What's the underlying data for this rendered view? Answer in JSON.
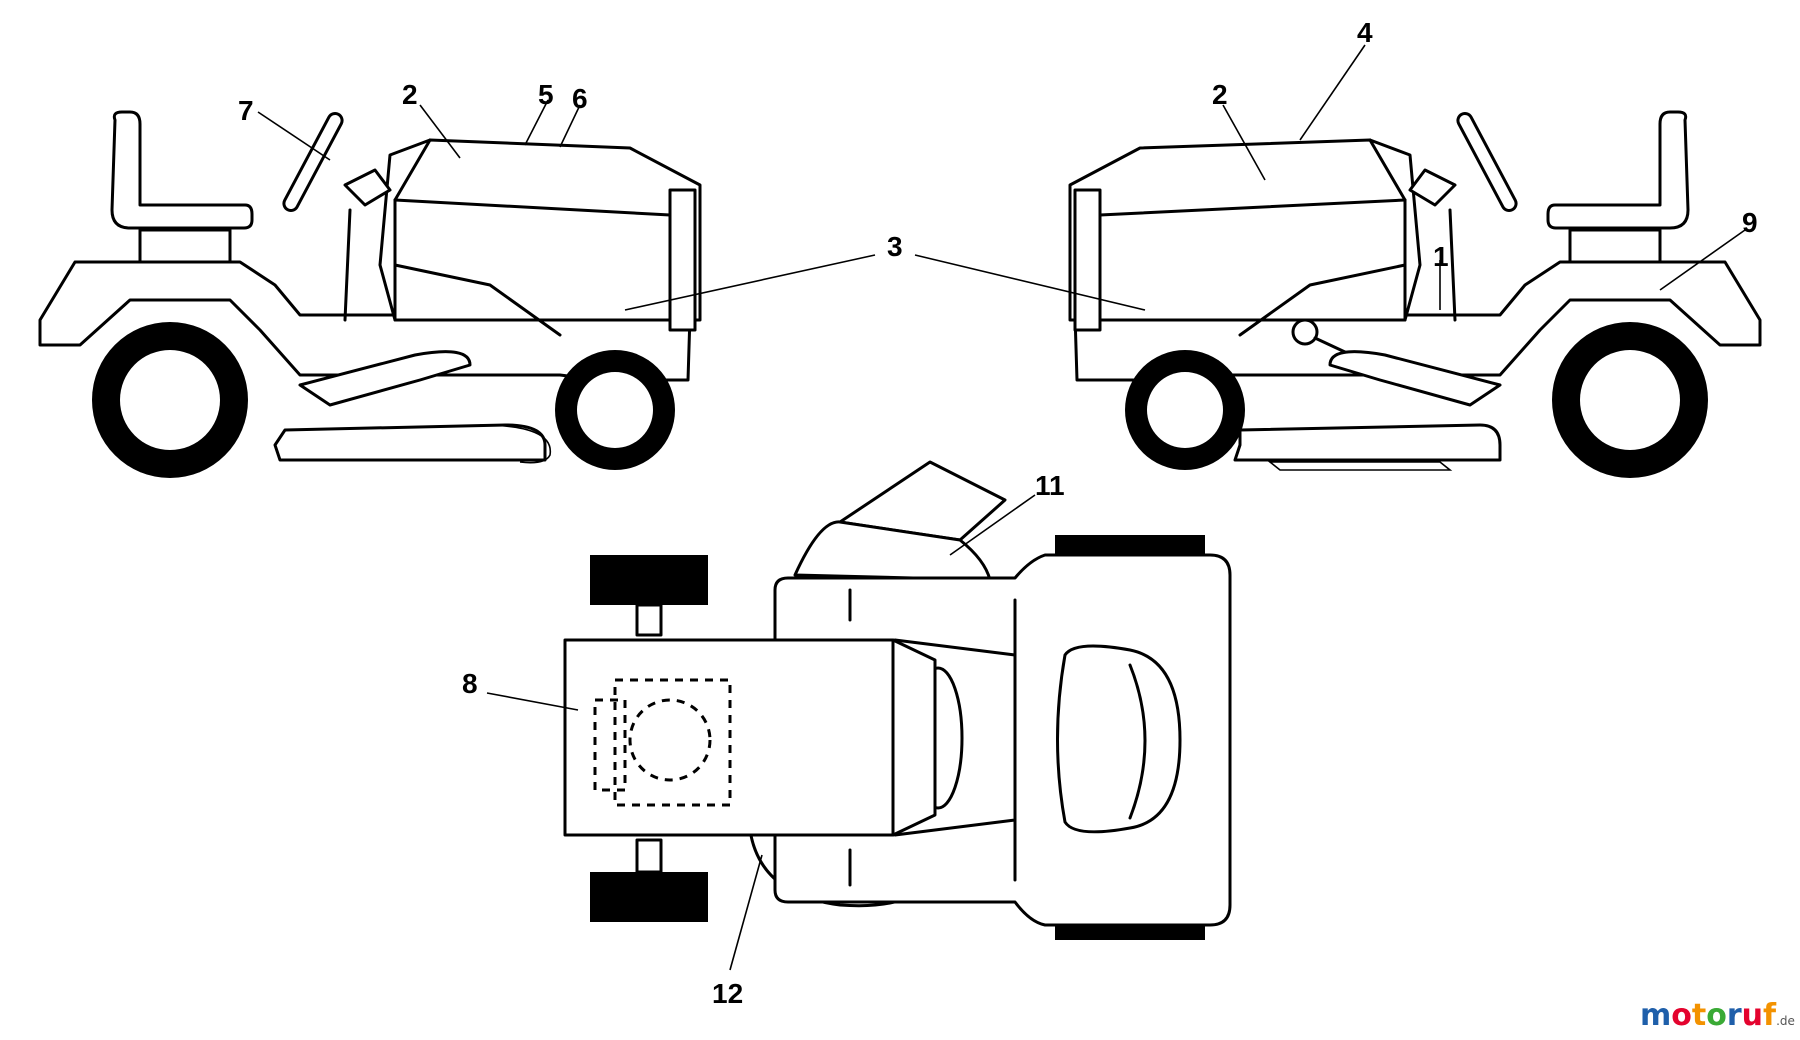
{
  "callouts": {
    "c1": "1",
    "c2_left": "2",
    "c2_right": "2",
    "c3": "3",
    "c4": "4",
    "c5": "5",
    "c6": "6",
    "c7": "7",
    "c8": "8",
    "c9": "9",
    "c11": "11",
    "c12": "12"
  },
  "watermark": {
    "letters": [
      "m",
      "o",
      "t",
      "o",
      "r",
      "u",
      "f"
    ],
    "tld": ".de",
    "colors": [
      "#1f5faa",
      "#e4032e",
      "#f39200",
      "#3aaa35",
      "#1f5faa",
      "#e4032e",
      "#f39200"
    ]
  }
}
